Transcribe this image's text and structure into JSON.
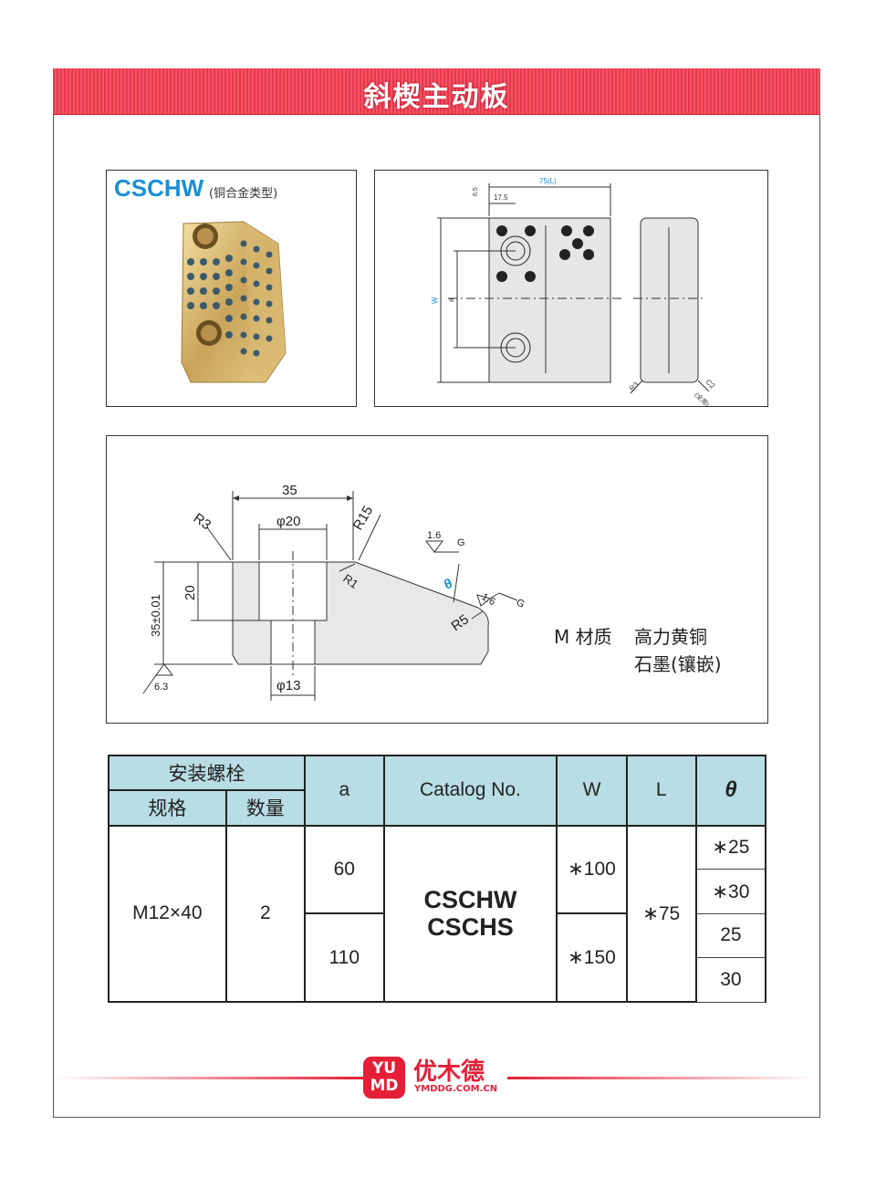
{
  "header": {
    "title": "斜楔主动板"
  },
  "product": {
    "model": "CSCHW",
    "subtitle": "(铜合金类型)"
  },
  "drawing_top": {
    "dim_L": "75(L)",
    "dim_17": "17.5",
    "dim_6": "6.5",
    "label_W": "W",
    "label_a": "a",
    "label_R3": "R3",
    "label_C2": "C2",
    "label_all": "(全周)"
  },
  "drawing_side": {
    "dim_35": "35",
    "dim_phi20": "φ20",
    "dim_phi13": "φ13",
    "dim_20": "20",
    "dim_height": "35±0.01",
    "r3": "R3",
    "r15": "R15",
    "r1": "R1",
    "r5": "R5",
    "theta": "θ",
    "rough1": "1.6",
    "rough2": "1.6",
    "rough3": "6.3",
    "g1": "G",
    "g2": "G"
  },
  "material": {
    "prefix": "M 材质",
    "line1": "高力黄铜",
    "line2": "石墨(镶嵌)"
  },
  "table": {
    "h_bolt": "安装螺栓",
    "h_spec": "规格",
    "h_qty": "数量",
    "h_a": "a",
    "h_catalog": "Catalog  No.",
    "h_W": "W",
    "h_L": "L",
    "h_theta": "θ",
    "spec": "M12×40",
    "qty": "2",
    "a1": "60",
    "a2": "110",
    "cat1": "CSCHW",
    "cat2": "CSCHS",
    "w1": "∗100",
    "w2": "∗150",
    "L": "∗75",
    "t1": "∗25",
    "t2": "∗30",
    "t3": "25",
    "t4": "30"
  },
  "footer": {
    "logo_top": "YU",
    "logo_bottom": "MD",
    "brand": "优木德",
    "url": "YMDDG.COM.CN"
  },
  "colors": {
    "banner": "#e8384a",
    "accent_blue": "#1a8fd6",
    "header_cell": "#b9dde4",
    "brand_red": "#e51f37"
  }
}
